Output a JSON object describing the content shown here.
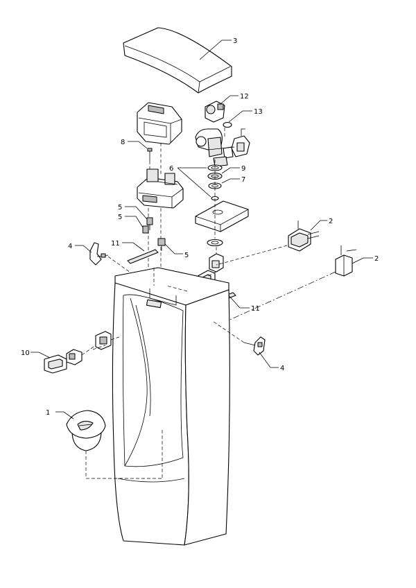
{
  "callouts": {
    "c1": "1",
    "c2a": "2",
    "c2b": "2",
    "c3": "3",
    "c4a": "4",
    "c4b": "4",
    "c5a": "5",
    "c5b": "5",
    "c5c": "5",
    "c6": "6",
    "c7": "7",
    "c8": "8",
    "c9": "9",
    "c10": "10",
    "c11a": "11",
    "c11b": "11",
    "c12": "12",
    "c13": "13"
  }
}
